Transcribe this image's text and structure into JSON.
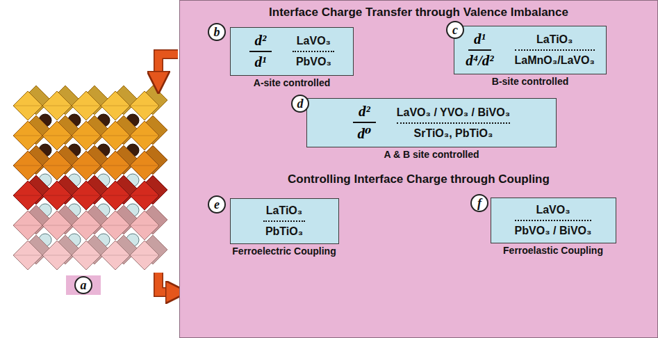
{
  "diagram": {
    "nodes": [
      {
        "text": [
          "Interface Charge Transfer through Valence Imbalance",
          "Controlling Interface Charge through Coupling"
        ]
      },
      {
        "text": [
          "d²",
          "d¹",
          "LaVO₃",
          "PbVO₃",
          "A-site controlled"
        ],
        "in": 0
      },
      {
        "text": [
          "d¹",
          "d⁴/d²",
          "LaTiO₃",
          "LaMnO₃/LaVO₃",
          "B-site controlled"
        ],
        "in": 0
      },
      {
        "text": [
          "d²",
          "d⁰",
          "LaVO₃ / YVO₃ / BiVO₃",
          "SrTiO₃, PbTiO₃",
          "A & B site controlled"
        ],
        "in": 0
      },
      {
        "text": [
          "LaTiO₃",
          "PbTiO₃",
          "Ferroelectric Coupling"
        ],
        "in": 0
      },
      {
        "text": [
          "LaVO₃",
          "PbVO₃ / BiVO₃",
          "Ferroelastic Coupling"
        ],
        "in": 0
      }
    ],
    "labels": [
      "a",
      "b",
      "c",
      "d",
      "e",
      "f"
    ]
  }
}
